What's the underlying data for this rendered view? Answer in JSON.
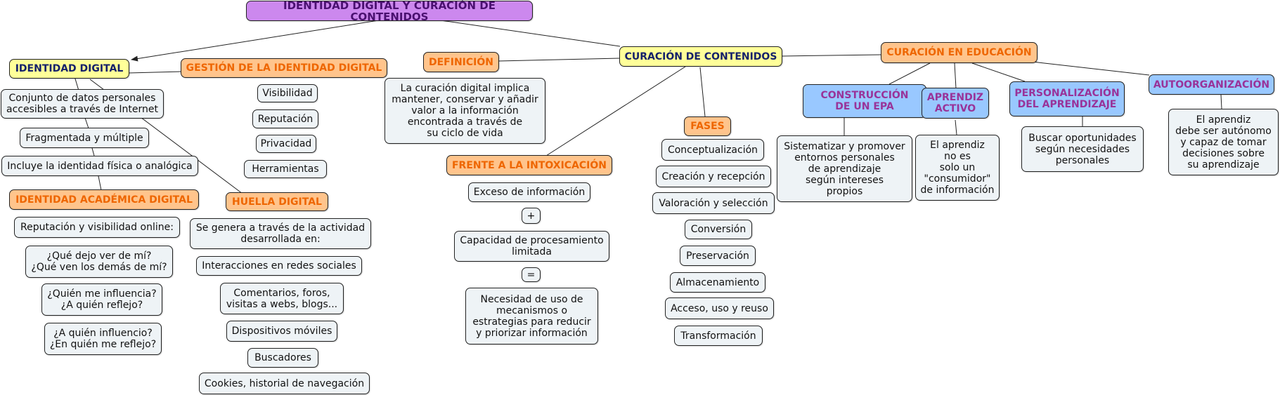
{
  "colors": {
    "root_fill": "#cc88ee",
    "concept_yellow": "#ffff99",
    "concept_orange": "#ffc48c",
    "concept_blue": "#99c8ff",
    "leaf_fill": "#eef3f6",
    "line": "#222222"
  },
  "map": {
    "title": "IDENTIDAD DIGITAL Y CURACIÓN DE CONTENIDOS",
    "identidad": {
      "title": "IDENTIDAD DIGITAL",
      "gestion": "GESTIÓN DE LA IDENTIDAD DIGITAL",
      "gestion_items": [
        "Visibilidad",
        "Reputación",
        "Privacidad",
        "Herramientas"
      ],
      "conjunto": "Conjunto de datos personales\naccesibles a través de Internet",
      "fragmentada": "Fragmentada y múltiple",
      "incluye": "Incluye la identidad física o analógica",
      "academica": "IDENTIDAD ACADÉMICA DIGITAL",
      "academica_items": [
        "Reputación y visibilidad online:",
        "¿Qué dejo ver de mí?\n¿Qué ven los demás de mí?",
        "¿Quién me influencia?\n¿A quién reflejo?",
        "¿A quién influencio?\n¿En quién me reflejo?"
      ],
      "huella": "HUELLA DIGITAL",
      "huella_items": [
        "Se genera a través de la actividad\ndesarrollada en:",
        "Interacciones en redes sociales",
        "Comentarios, foros,\nvisitas a webs, blogs...",
        "Dispositivos móviles",
        "Buscadores",
        "Cookies, historial de navegación"
      ]
    },
    "curacion": {
      "title": "CURACIÓN DE CONTENIDOS",
      "definicion": "DEFINICIÓN",
      "definicion_text": "La curación digital implica\nmantener, conservar y añadir\nvalor a la información\nencontrada a través de\nsu ciclo de vida",
      "intoxicacion": "FRENTE A LA INTOXICACIÓN",
      "intox_items": [
        "Exceso de información",
        "+",
        "Capacidad de procesamiento\nlimitada",
        "=",
        "Necesidad de uso de\nmecanismos o\nestrategias para reducir\ny priorizar información"
      ],
      "fases": "FASES",
      "fases_items": [
        "Conceptualización",
        "Creación y recepción",
        "Valoración y selección",
        "Conversión",
        "Preservación",
        "Almacenamiento",
        "Acceso, uso y reuso",
        "Transformación"
      ]
    },
    "educacion": {
      "title": "CURACIÓN EN EDUCACIÓN",
      "branches": [
        {
          "title": "CONSTRUCCIÓN\nDE UN EPA",
          "text": "Sistematizar y promover\nentornos personales\nde aprendizaje\nsegún intereses\npropios"
        },
        {
          "title": "APRENDIZ\nACTIVO",
          "text": "El aprendiz\nno es\nsolo un\n\"consumidor\"\nde información"
        },
        {
          "title": "PERSONALIZACIÓN\nDEL APRENDIZAJE",
          "text": "Buscar oportunidades\nsegún necesidades\npersonales"
        },
        {
          "title": "AUTOORGANIZACIÓN",
          "text": "El aprendiz\ndebe ser autónomo\ny capaz de tomar\ndecisiones sobre\nsu aprendizaje"
        }
      ]
    }
  }
}
